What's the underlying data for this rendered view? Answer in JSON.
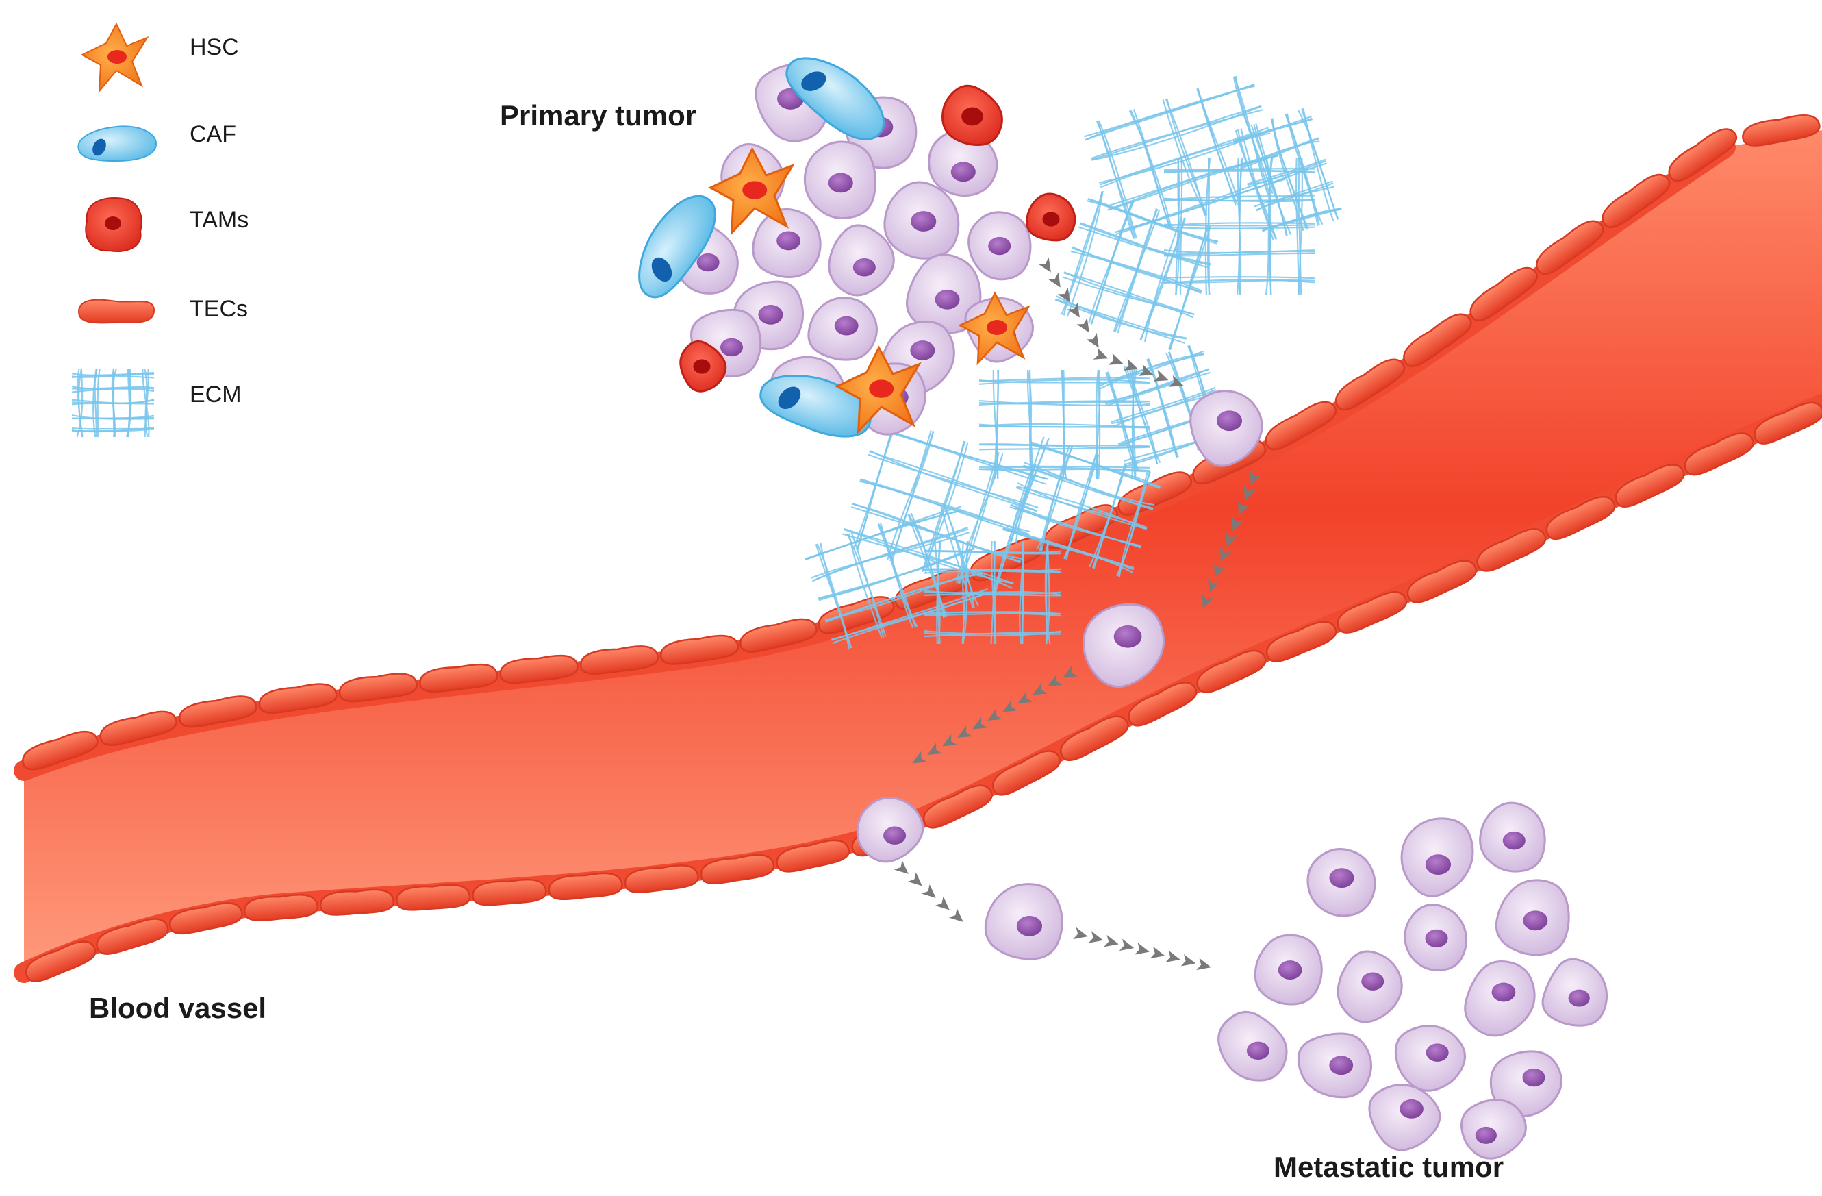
{
  "legend": {
    "hsc": "HSC",
    "caf": "CAF",
    "tams": "TAMs",
    "tecs": "TECs",
    "ecm": "ECM"
  },
  "labels": {
    "primary_tumor": "Primary tumor",
    "blood_vessel": "Blood vassel",
    "metastatic_tumor": "Metastatic tumor"
  },
  "colors": {
    "tumor_cell": "#d9c6e3",
    "tumor_nucleus": "#8c4fa8",
    "hsc": "#f07d1c",
    "caf": "#6cc3e9",
    "caf_nucleus": "#1261ad",
    "tam": "#e8392b",
    "vessel": "#ef5a3a",
    "tec": "#ed4c33",
    "ecm": "#79c5ec",
    "arrow": "#7a7a7a"
  },
  "icons": [
    "hsc-icon",
    "caf-icon",
    "tam-icon",
    "tec-icon",
    "ecm-icon"
  ]
}
